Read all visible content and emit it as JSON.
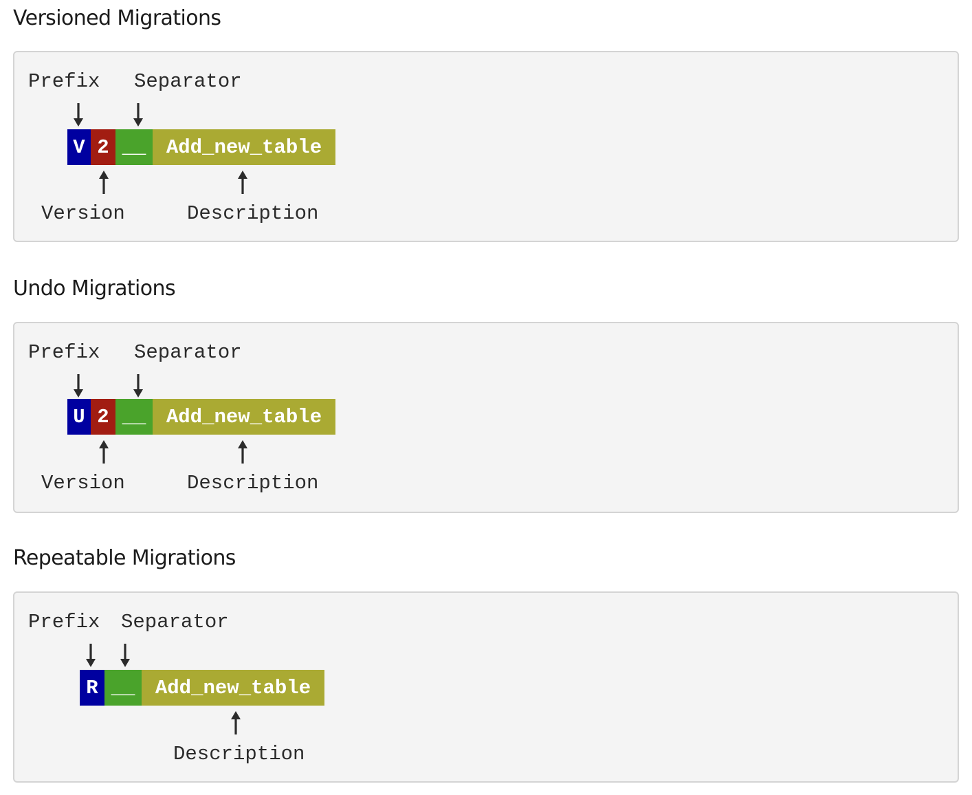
{
  "colors": {
    "prefix": "#0000a0",
    "version": "#a21d12",
    "separator": "#4aa32b",
    "description": "#aaaa33",
    "box_bg": "#f4f4f4",
    "box_border": "#d4d4d4"
  },
  "icons": {
    "down": "arrow-down-icon",
    "up": "arrow-up-icon"
  },
  "versioned": {
    "title": "Versioned Migrations",
    "label_prefix": "Prefix",
    "label_separator": "Separator",
    "label_version": "Version",
    "label_description": "Description",
    "seg_prefix": "V",
    "seg_version": "2",
    "seg_separator": "__",
    "seg_description": "Add_new_table"
  },
  "undo": {
    "title": "Undo Migrations",
    "label_prefix": "Prefix",
    "label_separator": "Separator",
    "label_version": "Version",
    "label_description": "Description",
    "seg_prefix": "U",
    "seg_version": "2",
    "seg_separator": "__",
    "seg_description": "Add_new_table"
  },
  "repeatable": {
    "title": "Repeatable Migrations",
    "label_prefix": "Prefix",
    "label_separator": "Separator",
    "label_description": "Description",
    "seg_prefix": "R",
    "seg_separator": "__",
    "seg_description": "Add_new_table"
  }
}
